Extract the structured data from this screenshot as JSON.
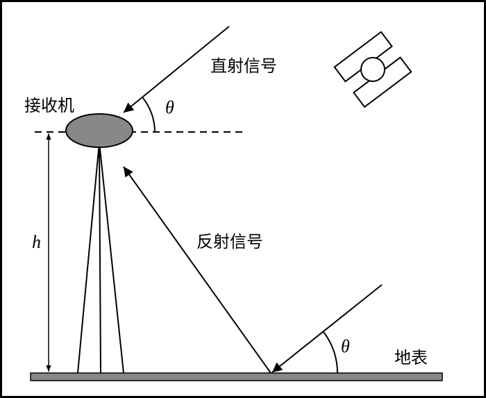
{
  "labels": {
    "direct_signal": "直射信号",
    "receiver": "接收机",
    "theta_top": "θ",
    "height": "h",
    "reflected_signal": "反射信号",
    "theta_bottom": "θ",
    "ground": "地表"
  },
  "colors": {
    "receiver_fill": "#888888",
    "ground_fill": "#888888",
    "stroke": "#000000"
  }
}
